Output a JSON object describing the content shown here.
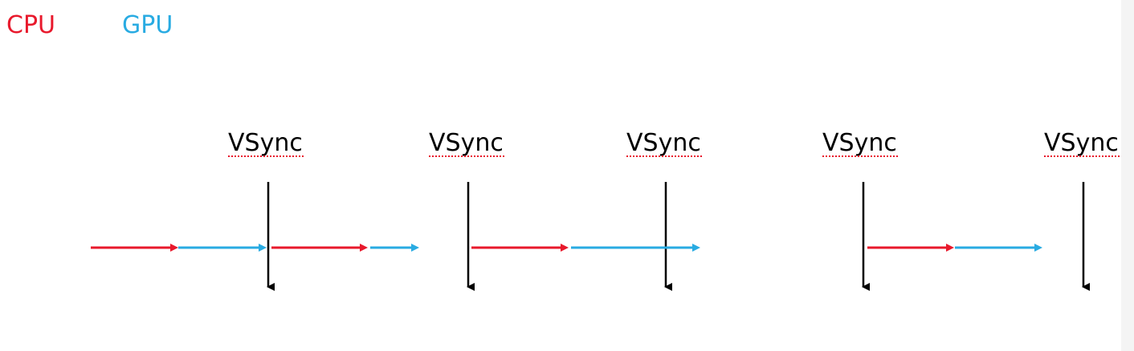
{
  "legend": {
    "cpu": {
      "label": "CPU",
      "color": "#e8192c"
    },
    "gpu": {
      "label": "GPU",
      "color": "#29abe2"
    }
  },
  "vsync": {
    "label": "VSync",
    "line_color": "#000000",
    "spellcheck_color": "#e8192c",
    "count": 5
  },
  "segment_kinds": [
    "cpu",
    "gpu",
    "cpu",
    "gpu",
    "cpu",
    "gpu",
    "cpu",
    "gpu"
  ]
}
